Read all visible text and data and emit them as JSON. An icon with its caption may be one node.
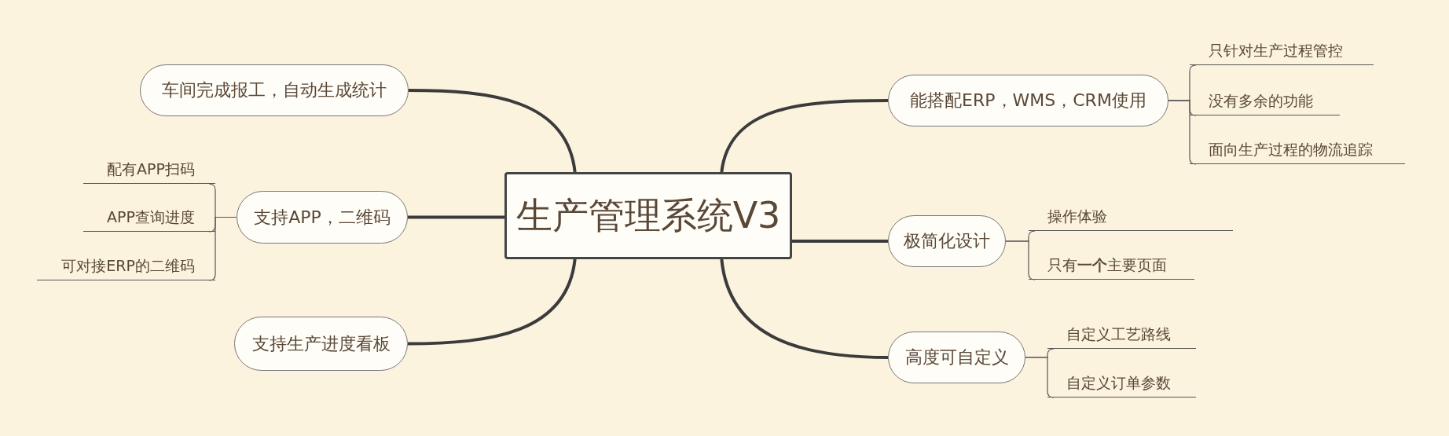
{
  "diagram": {
    "nodes": [
      {
        "text": [
          "生产管理系统V3"
        ]
      },
      {
        "text": [
          "车间完成报工，自动生成统计"
        ]
      },
      {
        "text": [
          "支持APP，二维码"
        ]
      },
      {
        "text": [
          "配有APP扫码"
        ]
      },
      {
        "text": [
          "APP查询进度"
        ]
      },
      {
        "text": [
          "可对接ERP的二维码"
        ]
      },
      {
        "text": [
          "支持生产进度看板"
        ]
      },
      {
        "text": [
          "能搭配ERP，WMS，CRM使用"
        ]
      },
      {
        "text": [
          "只针对生产过程管控"
        ]
      },
      {
        "text": [
          "没有多余的功能"
        ]
      },
      {
        "text": [
          "面向生产过程的物流追踪"
        ]
      },
      {
        "text": [
          "极简化设计"
        ]
      },
      {
        "text": [
          "操作体验"
        ]
      },
      {
        "text": [
          "只有**一个**主要页面"
        ]
      },
      {
        "text": [
          "高度可自定义"
        ]
      },
      {
        "text": [
          "自定义工艺路线"
        ]
      },
      {
        "text": [
          "自定义订单参数"
        ]
      }
    ],
    "edges": [
      {
        "from": 0,
        "to": 1,
        "arrow": "none",
        "style": "thick"
      },
      {
        "from": 0,
        "to": 2,
        "arrow": "none",
        "style": "thick"
      },
      {
        "from": 2,
        "to": 3,
        "arrow": "none"
      },
      {
        "from": 2,
        "to": 4,
        "arrow": "none"
      },
      {
        "from": 2,
        "to": 5,
        "arrow": "none"
      },
      {
        "from": 0,
        "to": 6,
        "arrow": "none",
        "style": "thick"
      },
      {
        "from": 0,
        "to": 7,
        "arrow": "none",
        "style": "thick"
      },
      {
        "from": 7,
        "to": 8,
        "arrow": "none"
      },
      {
        "from": 7,
        "to": 9,
        "arrow": "none"
      },
      {
        "from": 7,
        "to": 10,
        "arrow": "none"
      },
      {
        "from": 0,
        "to": 11,
        "arrow": "none",
        "style": "thick"
      },
      {
        "from": 11,
        "to": 12,
        "arrow": "none"
      },
      {
        "from": 11,
        "to": 13,
        "arrow": "none"
      },
      {
        "from": 0,
        "to": 14,
        "arrow": "none",
        "style": "thick"
      },
      {
        "from": 14,
        "to": 15,
        "arrow": "none"
      },
      {
        "from": 14,
        "to": 16,
        "arrow": "none"
      }
    ]
  }
}
